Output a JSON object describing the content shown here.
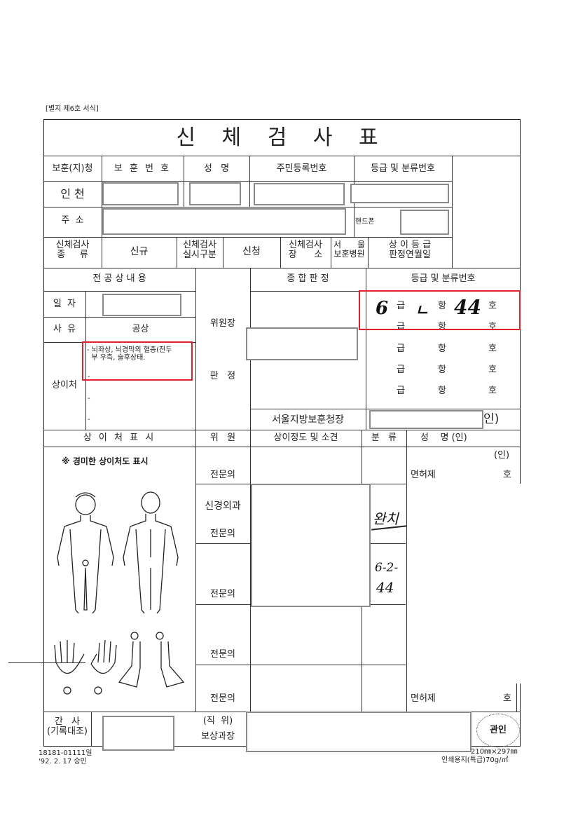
{
  "form_caption": "[별지 제6호 서식]",
  "title": "신 체 검 사 표",
  "header_row": {
    "office": "보훈(지)청",
    "veteran_no": "보 훈 번 호",
    "name": "성   명",
    "resident_no": "주민등록번호",
    "grade_class": "등급 및 분류번호"
  },
  "office_value": "인 천",
  "address_label": "주  소",
  "phone_label": "핸드폰",
  "exam_row": {
    "type_label_1": "신체검사",
    "type_label_2": "종     류",
    "type_value": "신규",
    "method_label_1": "신체검사",
    "method_label_2": "실시구분",
    "method_value": "신청",
    "place_label_1": "신체검사",
    "place_label_2": "장      소",
    "place_value_1": "서      울",
    "place_value_2": "보훈병원",
    "date_label_1": "상 이 등 급",
    "date_label_2": "판정연월일"
  },
  "section": {
    "injury_content": "전 공 상 내 용",
    "overall_judgment": "종 합 판 정",
    "grade_class": "등급 및 분류번호"
  },
  "injury": {
    "date_label": "일  자",
    "reason_label": "사  유",
    "reason_value": "공상",
    "wound_label": "상이처",
    "wound_line_1": "- 뇌좌상, 뇌경막외 혈종(전두",
    "wound_line_2": "부 우측, 술후상태.",
    "dash": "-"
  },
  "committee": {
    "chair_label": "위원장",
    "judgment_label": "판   정"
  },
  "grades": {
    "grade_unit": "급",
    "item_unit": "항",
    "number_unit": "호",
    "handwritten_grade": "6",
    "handwritten_item": "ㄴ",
    "handwritten_number": "44"
  },
  "office_head": "서울지방보훈청장",
  "seal_mark": "인)",
  "lower_header": {
    "wound_display": "상 이 처 표 시",
    "member": "위   원",
    "degree_opinion": "상이정도 및 소견",
    "classification": "분   류",
    "name_seal": "성    명 (인)"
  },
  "minor_wound_note": "※ 경미한 상이처도 표시",
  "specialist_label": "전문의",
  "neurosurgery_label": "신경외과",
  "seal_small": "(인)",
  "license_label": "면허제",
  "license_suffix": "호",
  "handwritten_notes": {
    "note_1": "완치",
    "note_2": "6-2-",
    "note_3": "44"
  },
  "bottom_row": {
    "secretary_1": "간   사",
    "secretary_2": "(기록대조)",
    "position": "(직  위)",
    "compensation_chief": "보상과장",
    "stamp_text": "관인"
  },
  "footer": {
    "form_no": "18181-01111일",
    "approval": "'92. 2. 17 승인",
    "paper_size": "210㎜×297㎜",
    "paper_spec": "인쇄용지(특급)70g/㎡"
  },
  "colors": {
    "highlight_box": "#e0202a",
    "redaction_border": "#8a8a8a"
  }
}
